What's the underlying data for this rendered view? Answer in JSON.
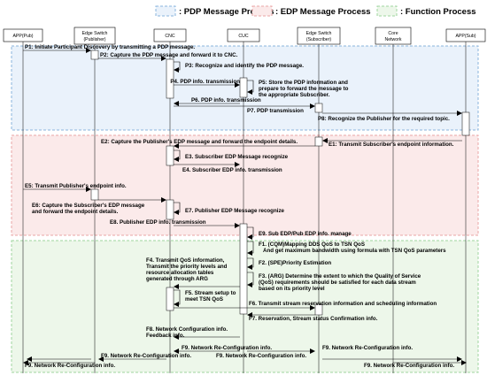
{
  "legend": [
    {
      "label": ": PDP Message Process",
      "color": "#8ab4de"
    },
    {
      "label": ": EDP Message Process",
      "color": "#e9a5a5"
    },
    {
      "label": ": Function Process",
      "color": "#9fd49f"
    }
  ],
  "participants": [
    {
      "id": "pub",
      "label": [
        "APP(Pub)"
      ]
    },
    {
      "id": "esp",
      "label": [
        "Edge Switch",
        "(Publisher)"
      ]
    },
    {
      "id": "cnc",
      "label": [
        "CNC"
      ]
    },
    {
      "id": "cuc",
      "label": [
        "CUC"
      ]
    },
    {
      "id": "ess",
      "label": [
        "Edge Switch",
        "(Subscriber)"
      ]
    },
    {
      "id": "core",
      "label": [
        "Core",
        "Network"
      ]
    },
    {
      "id": "sub",
      "label": [
        "APP(Sub)"
      ]
    }
  ],
  "steps": {
    "p1": "P1: Initiate Participant Discovery by transmitting a PDP message.",
    "p2": "P2: Capture the PDP message and forward it to CNC.",
    "p3": "P3: Recognize and identify the PDP message.",
    "p4": "P4. PDP info. transmission",
    "p5a": "P5: Store the PDP information and",
    "p5b": "prepare to forward the message to",
    "p5c": "the appropriate Subscriber.",
    "p6": "P6. PDP info. transmission",
    "p7": "P7. PDP transmission",
    "p8": "P8: Recognize the Publisher for the required topic.",
    "e2": "E2: Capture the Publisher's EDP message and forward the endpoint details.",
    "e1": "E1: Transmit Subscriber's endpoint information.",
    "e3": "E3. Subscriber EDP Message recognize",
    "e4": "E4. Subscriber EDP info. transmission",
    "e5": "E5: Transmit Publisher's endpoint info.",
    "e6a": "E6: Capture the Subscriber's EDP message",
    "e6b": "and forward the endpoint details.",
    "e7": "E7. Publisher EDP Message recognize",
    "e8": "E8. Publisher EDP info. transmission",
    "e9": "E9. Sub EDP/Pub EDP info. manage",
    "f1a": "F1. (CQM)Mapping DDS QoS to TSN QoS",
    "f1b": "And get maximum bandwidth using formula with TSN QoS parameters",
    "f2": "F2. (SPE)Priority Estimation",
    "f3a": "F3. (ARG) Determine the extent to which the Quality of Service",
    "f3b": "(QoS) requirements should be satisfied for each data stream",
    "f3c": "based on its priority level",
    "f4a": "F4. Transmit QoS information,",
    "f4b": "Transmit the priority levels and",
    "f4c": "resource allocation tables",
    "f4d": "generated through ARG",
    "f5a": "F5. Stream setup to",
    "f5b": "meet TSN QoS",
    "f6": "F6. Transmit stream reservation information and scheduling information",
    "f7": "F7. Reservation, Stream status Confirmation info.",
    "f8a": "F8. Network Configuration info.",
    "f8b": "Feedback info.",
    "f9a": "F9. Network Re-Configuration info.",
    "f9b": "F9. Network Re-Configuration info.",
    "f9c": "F9. Network Re-Configuration info.",
    "f9d": "F9. Network Re-Configuration info.",
    "f9e": "F9. Network Re-Configuration info.",
    "f9f": "F9. Network Re-Configuration info."
  }
}
